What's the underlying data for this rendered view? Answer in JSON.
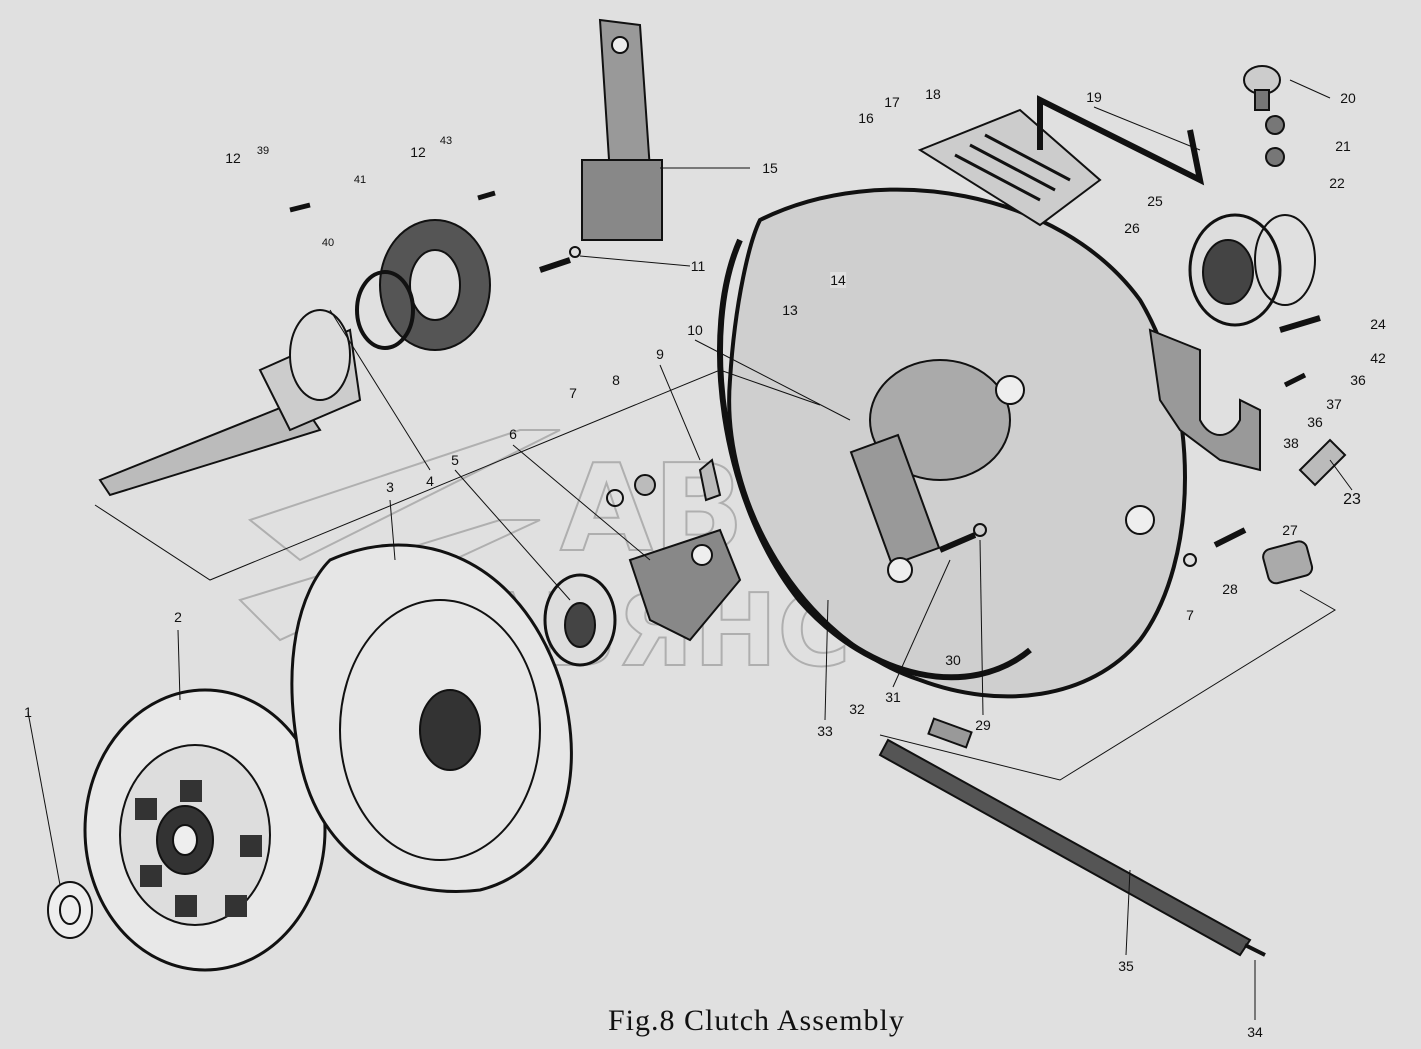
{
  "caption": "Fig.8  Clutch Assembly",
  "watermark": [
    "ABTO",
    "ЛАВЯНС"
  ],
  "part_labels": [
    "1",
    "2",
    "3",
    "4",
    "5",
    "6",
    "7",
    "8",
    "9",
    "10",
    "11",
    "12",
    "39",
    "41",
    "40",
    "12",
    "43",
    "15",
    "16",
    "17",
    "18",
    "19",
    "20",
    "21",
    "22",
    "25",
    "26",
    "24",
    "42",
    "36",
    "37",
    "36",
    "38",
    "23",
    "13",
    "14",
    "27",
    "28",
    "7",
    "29",
    "30",
    "31",
    "33",
    "32",
    "35",
    "34"
  ]
}
